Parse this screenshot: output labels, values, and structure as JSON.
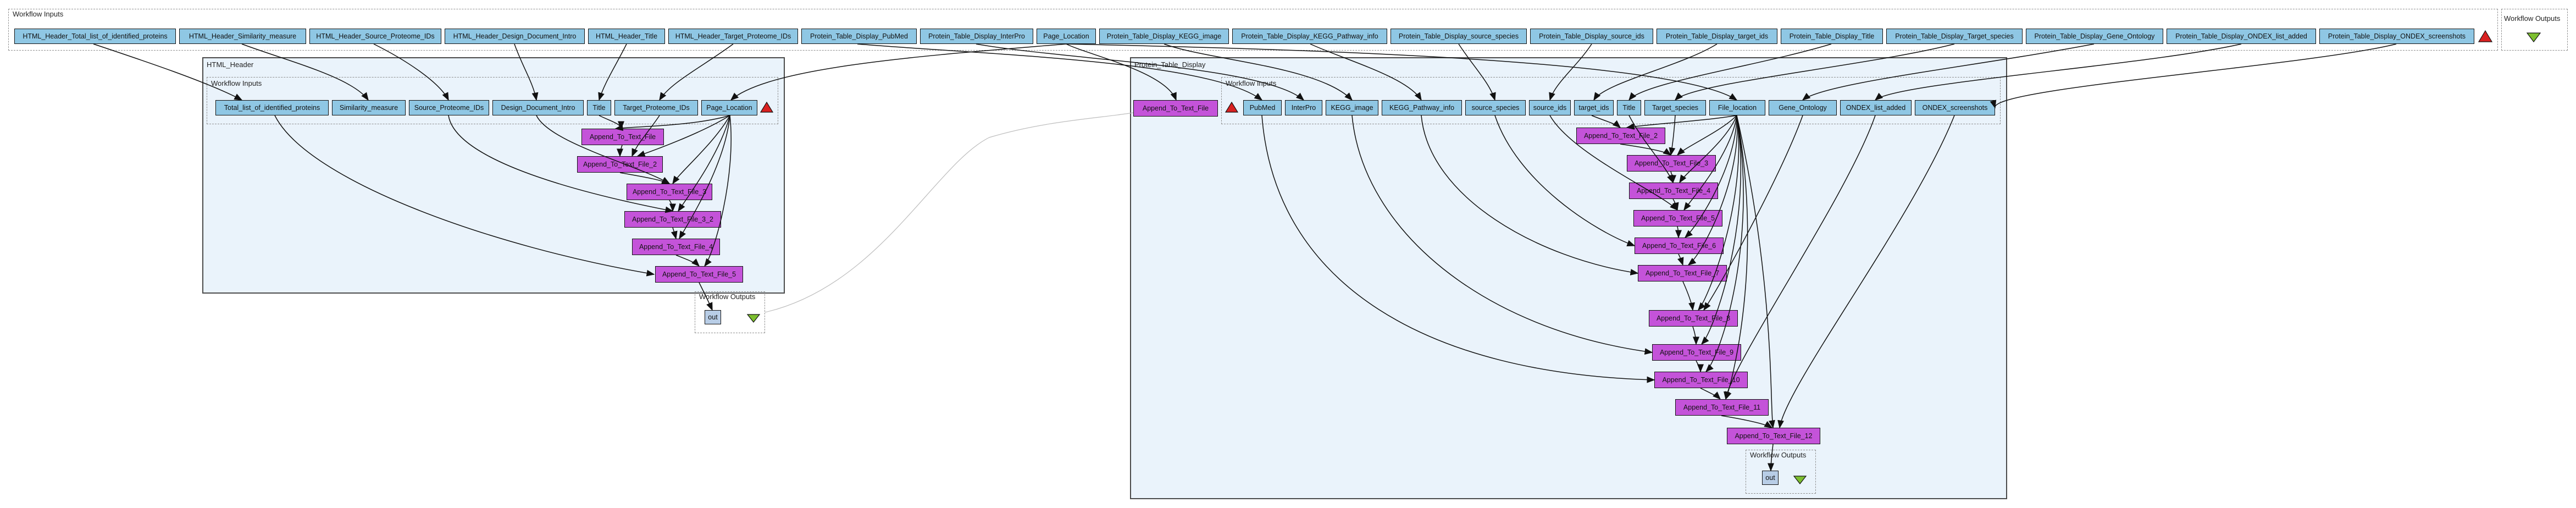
{
  "colors": {
    "input_fill": "#8fc7e4",
    "process_fill": "#c453d9",
    "output_fill": "#b8cde6",
    "panel_fill": "#eaf3fb",
    "warning_triangle": "#d92121",
    "output_triangle": "#7cbf2f",
    "edge": "#111111",
    "edge_faint": "#bdbdbd"
  },
  "top": {
    "workflow_inputs_label": "Workflow Inputs",
    "workflow_outputs_label": "Workflow Outputs",
    "inputs": [
      "HTML_Header_Total_list_of_identified_proteins",
      "HTML_Header_Similarity_measure",
      "HTML_Header_Source_Proteome_IDs",
      "HTML_Header_Design_Document_Intro",
      "HTML_Header_Title",
      "HTML_Header_Target_Proteome_IDs",
      "Protein_Table_Display_PubMed",
      "Protein_Table_Display_InterPro",
      "Page_Location",
      "Protein_Table_Display_KEGG_image",
      "Protein_Table_Display_KEGG_Pathway_info",
      "Protein_Table_Display_source_species",
      "Protein_Table_Display_source_ids",
      "Protein_Table_Display_target_ids",
      "Protein_Table_Display_Title",
      "Protein_Table_Display_Target_species",
      "Protein_Table_Display_Gene_Ontology",
      "Protein_Table_Display_ONDEX_list_added",
      "Protein_Table_Display_ONDEX_screenshots"
    ],
    "warning_icon": "warning-triangle-icon",
    "output_icon": "output-triangle-icon"
  },
  "html_header": {
    "title": "HTML_Header",
    "inputs_label": "Workflow Inputs",
    "outputs_label": "Workflow Outputs",
    "inputs": [
      "Total_list_of_identified_proteins",
      "Similarity_measure",
      "Source_Proteome_IDs",
      "Design_Document_Intro",
      "Title",
      "Target_Proteome_IDs",
      "Page_Location"
    ],
    "processes": [
      "Append_To_Text_File",
      "Append_To_Text_File_2",
      "Append_To_Text_File_3",
      "Append_To_Text_File_3_2",
      "Append_To_Text_File_4",
      "Append_To_Text_File_5"
    ],
    "output": "out"
  },
  "protein_table": {
    "title": "Protein_Table_Display",
    "inputs_label": "Workflow Inputs",
    "outputs_label": "Workflow Outputs",
    "outer_process": "Append_To_Text_File",
    "inputs": [
      "PubMed",
      "InterPro",
      "KEGG_image",
      "KEGG_Pathway_info",
      "source_species",
      "source_ids",
      "target_ids",
      "Title",
      "Target_species",
      "File_location",
      "Gene_Ontology",
      "ONDEX_list_added",
      "ONDEX_screenshots"
    ],
    "processes": [
      "Append_To_Text_File_2",
      "Append_To_Text_File_3",
      "Append_To_Text_File_4",
      "Append_To_Text_File_5",
      "Append_To_Text_File_6",
      "Append_To_Text_File_7",
      "Append_To_Text_File_8",
      "Append_To_Text_File_9",
      "Append_To_Text_File_10",
      "Append_To_Text_File_11",
      "Append_To_Text_File_12"
    ],
    "output": "out"
  }
}
